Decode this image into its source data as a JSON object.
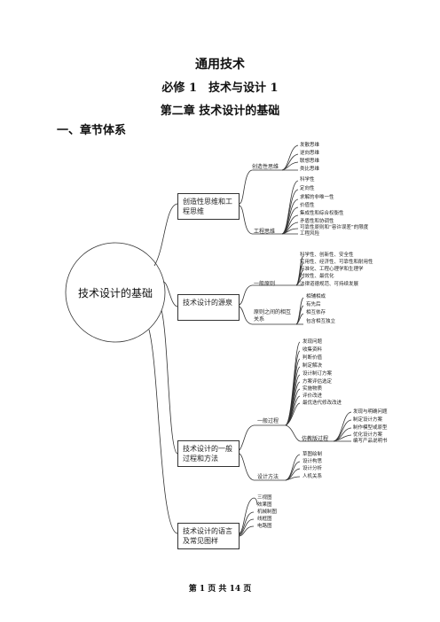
{
  "header": {
    "title": "通用技术",
    "subtitle": "必修 1　技术与设计 1",
    "chapter": "第二章  技术设计的基础"
  },
  "section": "一、章节体系",
  "mindmap": {
    "root": "技术设计的基础",
    "branches": [
      {
        "label": "创造性思维和工程思维",
        "groups": [
          {
            "label": "创造性思维",
            "items": [
              "发散思维",
              "逆向思维",
              "联想思维",
              "类比思维"
            ]
          },
          {
            "label": "工程思维",
            "items": [
              "科学性",
              "定向性",
              "求解的非唯一性",
              "价值性",
              "集成性和综合权衡性",
              "矛盾性和协调性",
              "可靠性原则和“容许误差”的限度",
              "工程风险"
            ]
          }
        ]
      },
      {
        "label": "技术设计的源泉",
        "groups": [
          {
            "label": "一般原则",
            "items": [
              "科学性、创新性、安全性",
              "实用性、经济性、可靠性和耐用性",
              "标准化、工程心理学和生理学",
              "时效性、最优化",
              "法律道德规范、可持续发展"
            ]
          },
          {
            "label": "原则之间的相互关系",
            "items": [
              "相辅相成",
              "有先后",
              "相互依存",
              "包含相互独立"
            ]
          }
        ]
      },
      {
        "label": "技术设计的一般过程和方法",
        "groups": [
          {
            "label": "一般过程",
            "items": [
              "发现问题",
              "收集资料",
              "判断价值",
              "制定解决",
              "设计制订方案",
              "方案评估选定",
              "实施物质",
              "评价改进",
              "最优迭代修改改进"
            ]
          },
          {
            "label": "仿教版过程",
            "items": [
              "发现与明确问题",
              "制定设计方案",
              "制作模型或原型",
              "优化设计方案",
              "编写产品说明书"
            ]
          },
          {
            "label": "设计方法",
            "items": [
              "草图绘制",
              "设计构思",
              "设计分析",
              "人机关系"
            ]
          }
        ]
      },
      {
        "label": "技术设计的语言及常见图样",
        "groups": [
          {
            "label": "",
            "items": [
              "三视图",
              "效果图",
              "机械制图",
              "线框图",
              "电路图"
            ]
          }
        ]
      }
    ]
  },
  "footer": {
    "page_prefix": "第",
    "page": "1",
    "page_mid": "页  共",
    "total": "14",
    "page_suffix": "页"
  }
}
